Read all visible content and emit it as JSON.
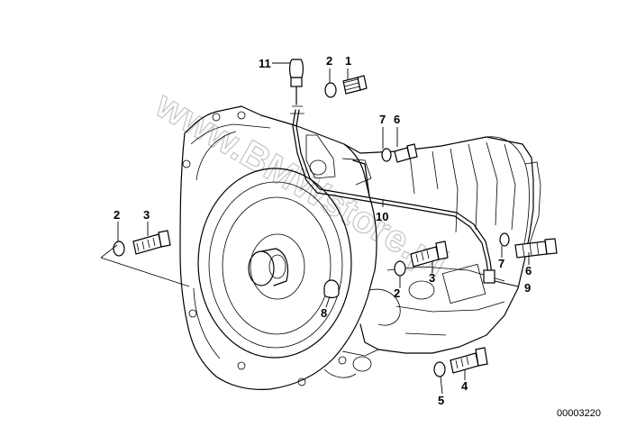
{
  "watermark": "www.BMWstore.pl",
  "diagram_id": "00003220",
  "callouts": [
    {
      "id": "c1",
      "text": "1"
    },
    {
      "id": "c2a",
      "text": "2"
    },
    {
      "id": "c11",
      "text": "11"
    },
    {
      "id": "c7a",
      "text": "7"
    },
    {
      "id": "c6a",
      "text": "6"
    },
    {
      "id": "c2b",
      "text": "2"
    },
    {
      "id": "c3a",
      "text": "3"
    },
    {
      "id": "c10",
      "text": "10"
    },
    {
      "id": "c7b",
      "text": "7"
    },
    {
      "id": "c3b",
      "text": "3"
    },
    {
      "id": "c6b",
      "text": "6"
    },
    {
      "id": "c2c",
      "text": "2"
    },
    {
      "id": "c9",
      "text": "9"
    },
    {
      "id": "c8",
      "text": "8"
    },
    {
      "id": "c4",
      "text": "4"
    },
    {
      "id": "c5",
      "text": "5"
    }
  ]
}
